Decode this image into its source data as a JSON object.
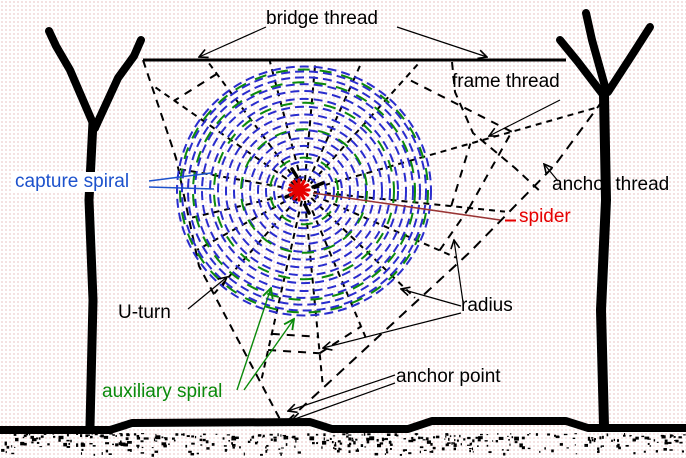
{
  "labels": {
    "bridge_thread": "bridge thread",
    "frame_thread": "frame thread",
    "anchor_thread": "anchor thread",
    "spider": "spider",
    "capture_spiral": "capture spiral",
    "u_turn": "U-turn",
    "radius": "radius",
    "auxiliary_spiral": "auxiliary spiral",
    "anchor_point": "anchor point"
  },
  "colors": {
    "thread_black": "#000000",
    "spiral_ring_blue": "#2a2ccd",
    "capture_spiral_label_blue": "#1d52cc",
    "auxiliary_spiral_green": "#0b8a0b",
    "spider_red": "#e60000",
    "spider_pointer_dark_red": "#993333",
    "background_dot_pink": "#f3dfdf"
  }
}
